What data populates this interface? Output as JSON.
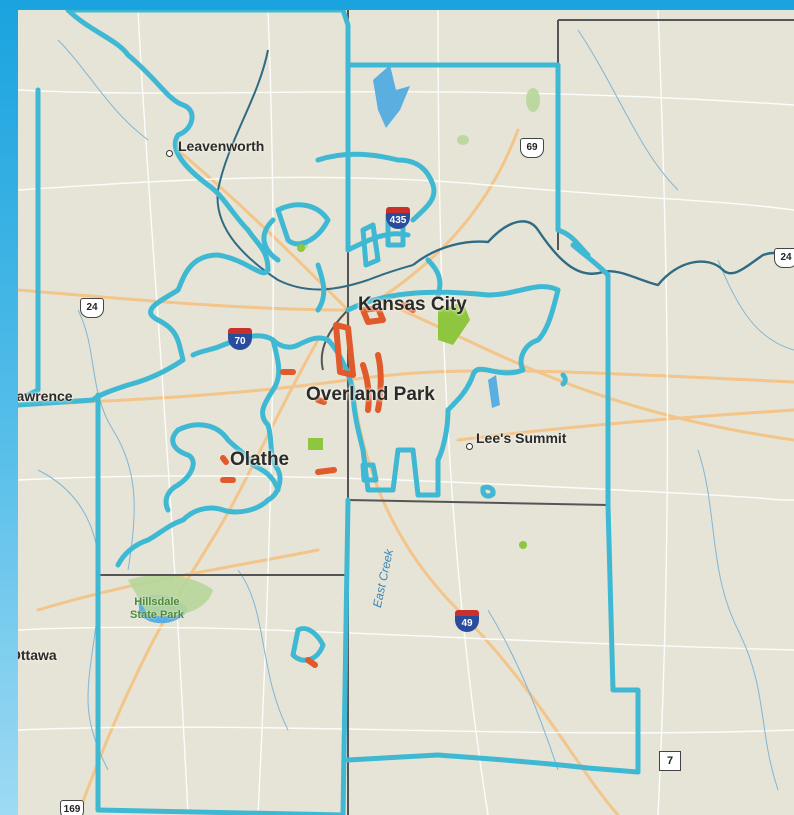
{
  "map": {
    "colors": {
      "background": "#e6e4d6",
      "service_boundary": "#3fb8d3",
      "state_line": "#555555",
      "river": "#2f6b85",
      "water": "#5aaee0",
      "highway": "#f3c58a",
      "road": "#ffffff",
      "park": "#b7d59a",
      "highlight_green": "#8ec63f",
      "highlight_orange": "#e05a2b"
    },
    "places": {
      "leavenworth": "Leavenworth",
      "kansas_city": "Kansas City",
      "overland_park": "Overland Park",
      "lees_summit": "Lee's Summit",
      "olathe": "Olathe",
      "lawrence": "Lawrence",
      "ottawa": "Ottawa"
    },
    "parks": {
      "hillsdale_line1": "Hillsdale",
      "hillsdale_line2": "State Park"
    },
    "waterways": {
      "east_creek": "East Creek"
    },
    "shields": {
      "us69": "69",
      "i435": "435",
      "us24_west": "24",
      "us24_east": "24",
      "i49": "49",
      "mo7": "7",
      "us169": "169",
      "i70": "70"
    }
  }
}
